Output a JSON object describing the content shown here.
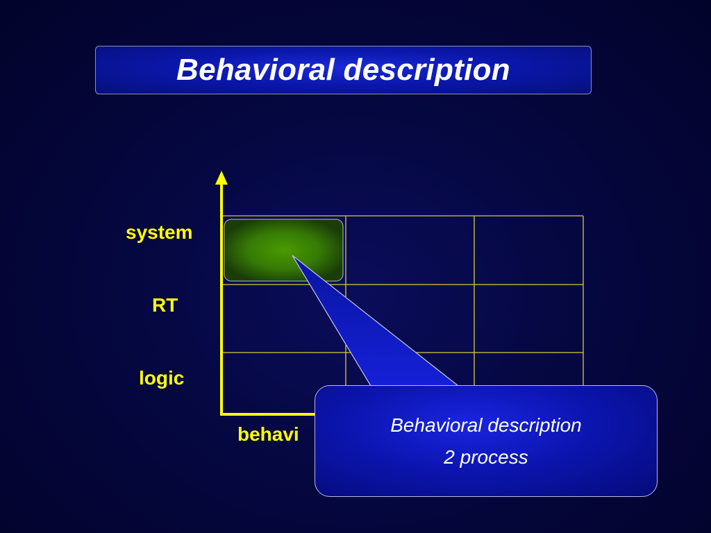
{
  "slide": {
    "title": "Behavioral description"
  },
  "diagram": {
    "row_labels": [
      "system",
      "RT",
      "logic"
    ],
    "column_label_visible": "behavi",
    "highlighted_cell": {
      "row": "system",
      "column": 1
    },
    "colors": {
      "axis": "#ffff00",
      "grid": "#d8cc3a",
      "highlight": "#3f8f00",
      "label": "#ffff00"
    }
  },
  "callout": {
    "line1": "Behavioral description",
    "line2": "2 process"
  }
}
